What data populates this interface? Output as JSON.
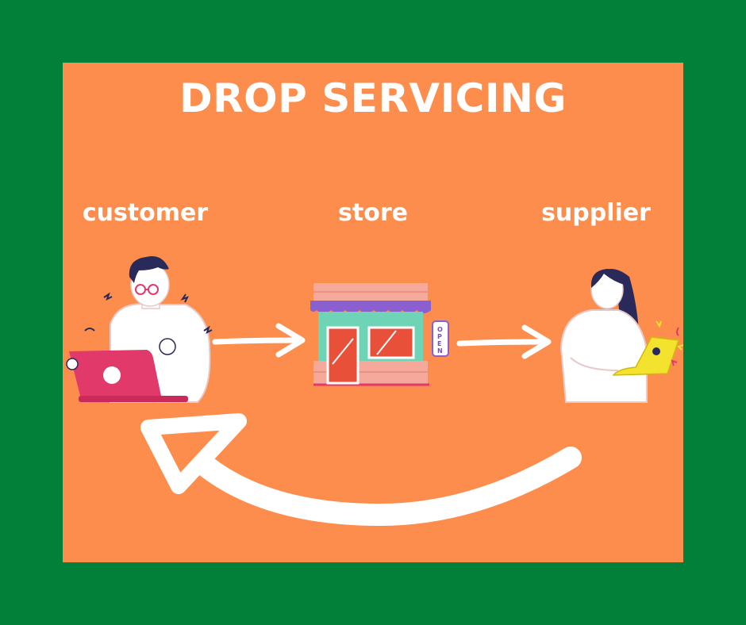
{
  "diagram": {
    "title": "DROP SERVICING",
    "nodes": [
      {
        "id": "customer",
        "label": "customer"
      },
      {
        "id": "store",
        "label": "store",
        "sign_letters": [
          "O",
          "P",
          "E",
          "N"
        ]
      },
      {
        "id": "supplier",
        "label": "supplier"
      }
    ],
    "edges": [
      {
        "from": "customer",
        "to": "store"
      },
      {
        "from": "store",
        "to": "supplier"
      },
      {
        "from": "supplier",
        "to": "customer"
      }
    ]
  },
  "colors": {
    "background": "#02803a",
    "panel": "#fd8d4c",
    "text": "#ffffff",
    "laptop_customer": "#e2396b",
    "laptop_supplier": "#f3e22e",
    "store_wall": "#f4a99a",
    "store_front": "#6fd3b5",
    "awning": "#8a5fd0",
    "hair": "#2a2a5a"
  }
}
